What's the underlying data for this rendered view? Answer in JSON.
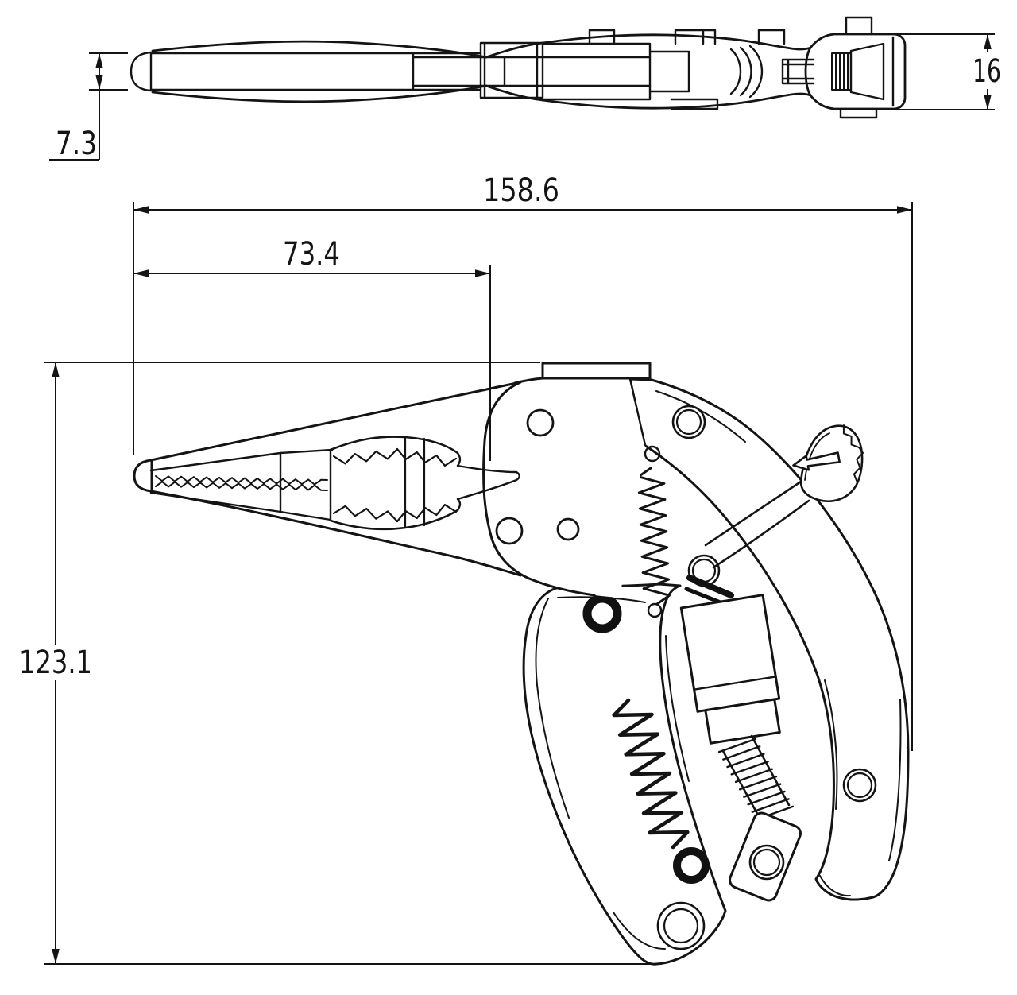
{
  "title": "Locking pliers technical drawing",
  "drawing": {
    "type": "two-view orthographic dimensioned drawing",
    "subject": "long-nose locking grip pliers",
    "views": [
      "top-view",
      "side-view"
    ],
    "line_color": "#141414",
    "background_color": "#ffffff"
  },
  "dimensions": {
    "overall_length": "158.6",
    "jaw_length": "73.4",
    "overall_height": "123.1",
    "tip_thickness": "7.3",
    "body_width": "16"
  }
}
